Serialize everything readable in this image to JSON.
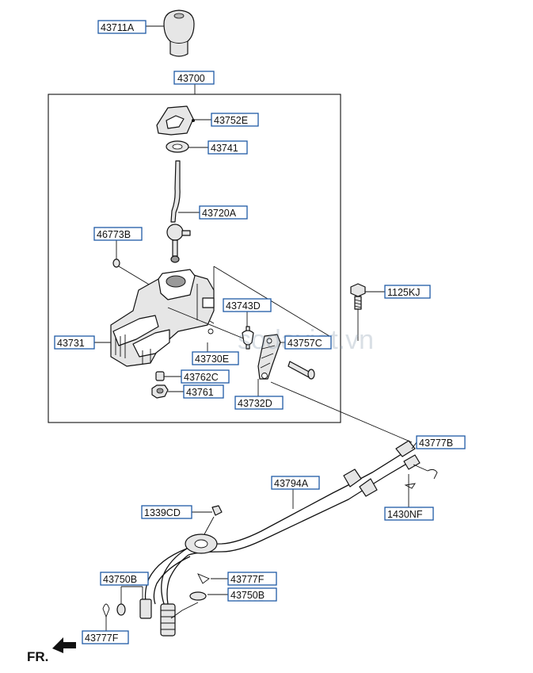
{
  "labels": {
    "knob": "43711A",
    "assembly": "43700",
    "bracket_top": "43752E",
    "bushing": "43741",
    "lever": "43720A",
    "nut_small": "46773B",
    "bolt": "1125KJ",
    "housing": "43731",
    "pin": "43743D",
    "washer_pin": "43730E",
    "lever_select": "43757C",
    "bushing_lower": "43762C",
    "nut_lower": "43761",
    "bracket_select": "43732D",
    "clip_right": "43777B",
    "cable": "43794A",
    "clip_cable": "1430NF",
    "grommet_nut": "1339CD",
    "washer_left": "43750B",
    "clip_mid": "43777F",
    "washer_mid": "43750B",
    "clip_left": "43777F"
  },
  "direction": {
    "text": "FR."
  },
  "watermark": {
    "text": "sodaviet.vn"
  }
}
